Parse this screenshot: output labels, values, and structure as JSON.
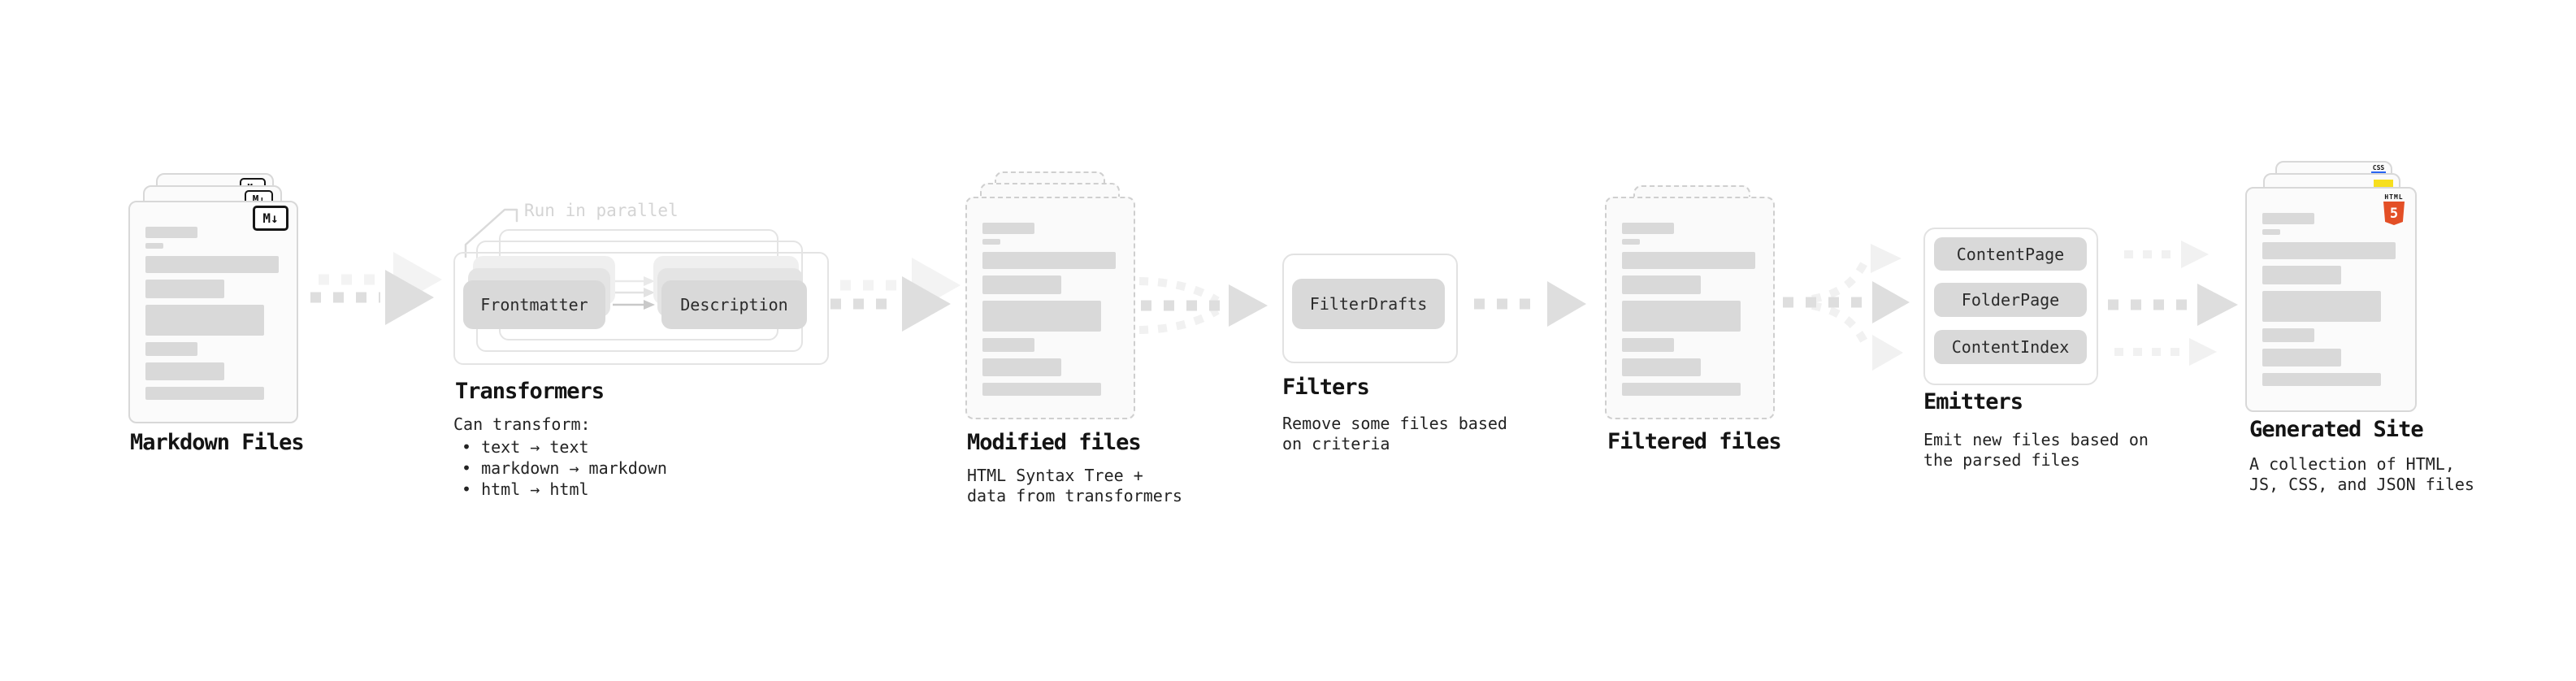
{
  "colors": {
    "accent_html": "#e34f26",
    "accent_css": "#2965f1",
    "accent_js": "#f7df1e",
    "bar": "#d9d9d9",
    "pill_bg": "#d9d9d9",
    "note": "#d4d4d4",
    "arrow": "#dedede",
    "arrow_faint": "#f1f1f1"
  },
  "stages": {
    "markdown": {
      "title": "Markdown Files",
      "badge": "M↓"
    },
    "transformers": {
      "title": "Transformers",
      "note": "Run in parallel",
      "pill_left": "Frontmatter",
      "pill_right": "Description",
      "desc_heading": "Can transform:",
      "bullets": [
        "• text → text",
        "• markdown → markdown",
        "• html → html"
      ]
    },
    "modified": {
      "title": "Modified files",
      "desc": [
        "HTML Syntax Tree +",
        "data from transformers"
      ]
    },
    "filters": {
      "title": "Filters",
      "pill": "FilterDrafts",
      "desc": [
        "Remove some files based",
        "on criteria"
      ]
    },
    "filtered": {
      "title": "Filtered files"
    },
    "emitters": {
      "title": "Emitters",
      "pills": [
        "ContentPage",
        "FolderPage",
        "ContentIndex"
      ],
      "desc": [
        "Emit new files based on",
        "the parsed files"
      ]
    },
    "generated": {
      "title": "Generated Site",
      "desc": [
        "A collection of HTML,",
        "JS, CSS, and JSON files"
      ],
      "css_badge": "CSS",
      "html_badge": "HTML",
      "html_number": "5"
    }
  }
}
